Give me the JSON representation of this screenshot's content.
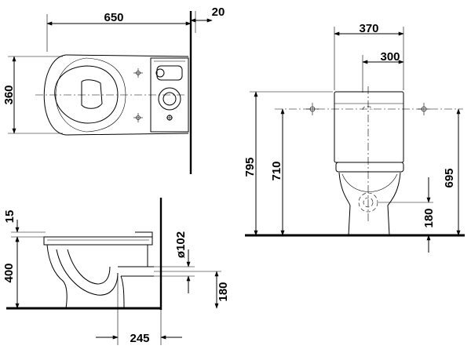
{
  "dimensions": {
    "plan_length": "650",
    "wall_gap": "20",
    "plan_width": "360",
    "tank_width": "370",
    "tank_fixing": "300",
    "overall_height": "795",
    "cistern_height": "710",
    "fixing_height": "695",
    "outlet_height_front": "180",
    "rim_thickness": "15",
    "rim_height": "400",
    "outlet_diameter": "ø102",
    "outlet_height_side": "180",
    "outlet_distance": "245"
  }
}
